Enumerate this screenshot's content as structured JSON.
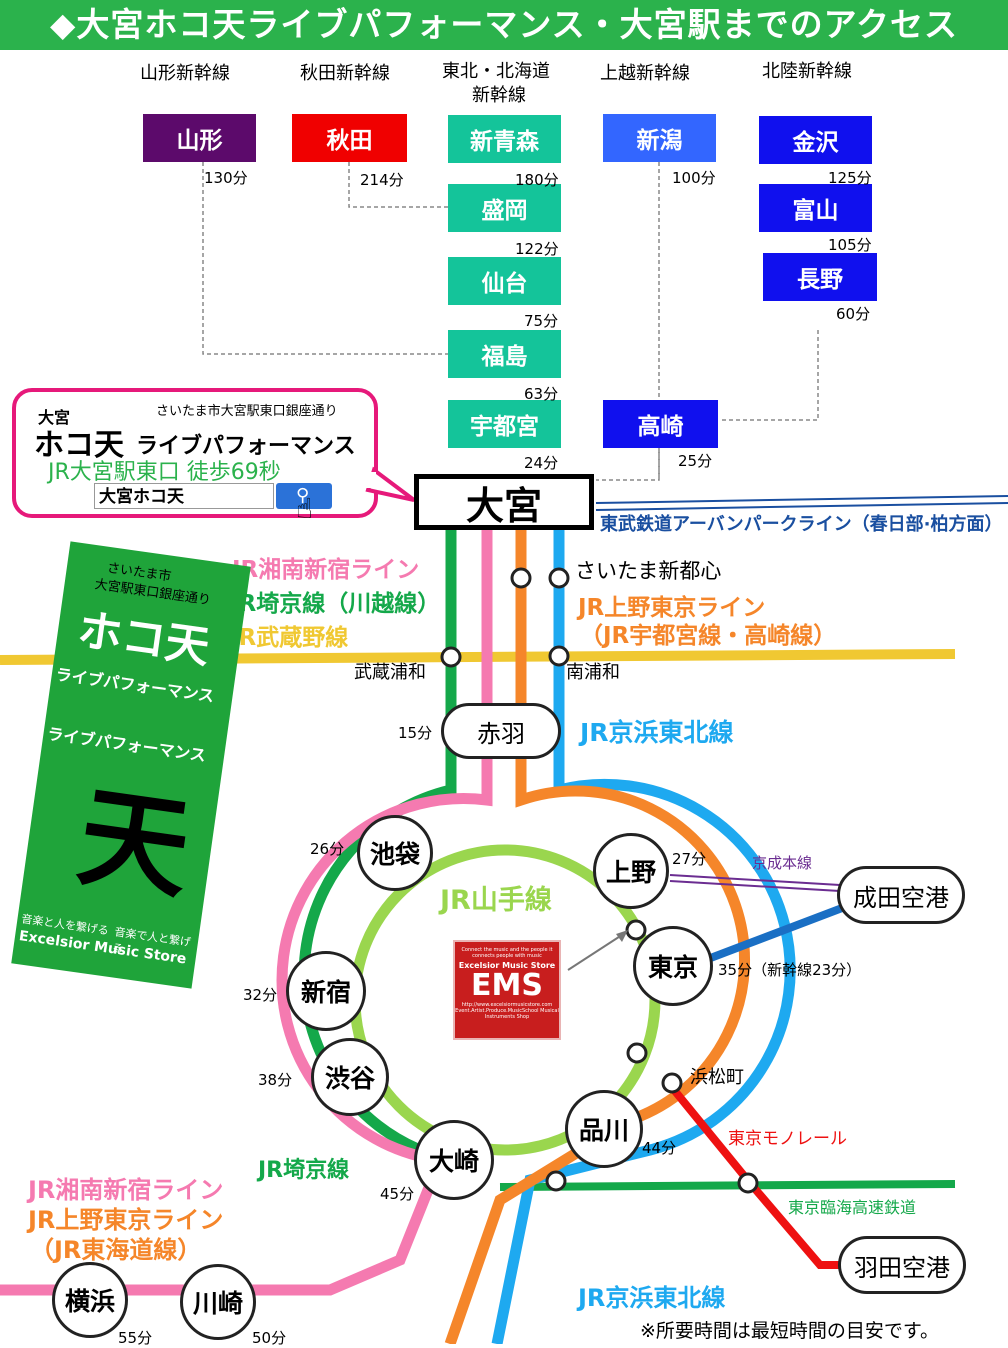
{
  "title": "◆大宮ホコ天ライブパフォーマンス・大宮駅までのアクセス",
  "shinkansen": {
    "lines": [
      "山形新幹線",
      "秋田新幹線",
      "東北・北海道",
      "新幹線",
      "上越新幹線",
      "北陸新幹線"
    ],
    "stations": {
      "yamagata": "山形",
      "akita": "秋田",
      "shinaomori": "新青森",
      "morioka": "盛岡",
      "sendai": "仙台",
      "fukushima": "福島",
      "utsunomiya": "宇都宮",
      "niigata": "新潟",
      "takasaki": "高崎",
      "kanazawa": "金沢",
      "toyama": "富山",
      "nagano": "長野"
    },
    "times": {
      "yamagata": "130分",
      "akita": "214分",
      "shinaomori": "180分",
      "morioka": "122分",
      "sendai": "75分",
      "fukushima": "63分",
      "utsunomiya": "24分",
      "niigata": "100分",
      "takasaki": "25分",
      "kanazawa": "125分",
      "toyama": "105分",
      "nagano": "60分"
    }
  },
  "banner_box": {
    "small_place": "大宮",
    "street": "さいたま市大宮駅東口銀座通り",
    "logo_main": "ホコ天",
    "logo_sub": "ライブパフォーマンス",
    "walk": "JR大宮駅東口 徒歩69秒",
    "search_value": "大宮ホコ天"
  },
  "omiya": "大宮",
  "lines": {
    "tobu": "東武鉄道アーバンパークライン（春日部·柏方面）",
    "shonan": "JR湘南新宿ライン",
    "saikyo": "JR埼京線（川越線）",
    "musashino": "JR武蔵野線",
    "shintoshin": "さいたま新都心",
    "ueno_tokyo1": "JR上野東京ライン",
    "ueno_tokyo2": "（JR宇都宮線・高崎線）",
    "musashiurawa": "武蔵浦和",
    "minamiurawa": "南浦和",
    "keihin": "JR京浜東北線",
    "yamanote": "JR山手線",
    "keisei": "京成本線",
    "hamamatsucho": "浜松町",
    "monorail": "東京モノレール",
    "rinkai": "東京臨海高速鉄道",
    "saikyo_s": "JR埼京線",
    "shonan_s": "JR湘南新宿ライン",
    "ueno_tokyo_s": "JR上野東京ライン",
    "tokaido_s": "（JR東海道線）",
    "keihin_s": "JR京浜東北線"
  },
  "stations": {
    "akabane": "赤羽",
    "ikebukuro": "池袋",
    "shinjuku": "新宿",
    "shibuya": "渋谷",
    "osaki": "大崎",
    "shinagawa": "品川",
    "tokyo": "東京",
    "ueno": "上野",
    "narita": "成田空港",
    "haneda": "羽田空港",
    "yokohama": "横浜",
    "kawasaki": "川崎"
  },
  "times": {
    "akabane": "15分",
    "ikebukuro": "26分",
    "shinjuku": "32分",
    "shibuya": "38分",
    "osaki": "45分",
    "shinagawa": "44分",
    "ueno": "27分",
    "tokyo": "35分（新幹線23分）",
    "yokohama": "55分",
    "kawasaki": "50分"
  },
  "poster": {
    "city": "さいたま市",
    "street": "大宮駅東口銀座通り",
    "logo": "ホコ天",
    "sub": "ライブパフォーマンス",
    "big": "天",
    "tag1": "音楽と人を繋げる",
    "tag2": "音楽で人と繋げる",
    "brand": "Excelsior Music Store"
  },
  "ems": {
    "top": "Connect the music and the people it connects people with music",
    "name": "Excelsior Music Store",
    "logo": "EMS",
    "url": "http://www.excelsiormusicstore.com",
    "foot": "Event.Artist.Produce.MusicSchool Musical Instruments Shop"
  },
  "note": "※所要時間は最短時間の目安です。",
  "colors": {
    "yamagata": "#5c0a6b",
    "akita": "#f00000",
    "tohoku": "#14c49a",
    "joetsu": "#3366ff",
    "hokuriku": "#1010ee",
    "saikyo": "#14a84a",
    "shonan": "#f57ab0",
    "ueno_tokyo": "#f5862a",
    "keihin": "#1ea9f0",
    "yamanote": "#9ad64e",
    "musashino": "#f0c832",
    "monorail": "#ee1111",
    "keisei": "#6b2d91",
    "tobu": "#1a4fa0"
  }
}
